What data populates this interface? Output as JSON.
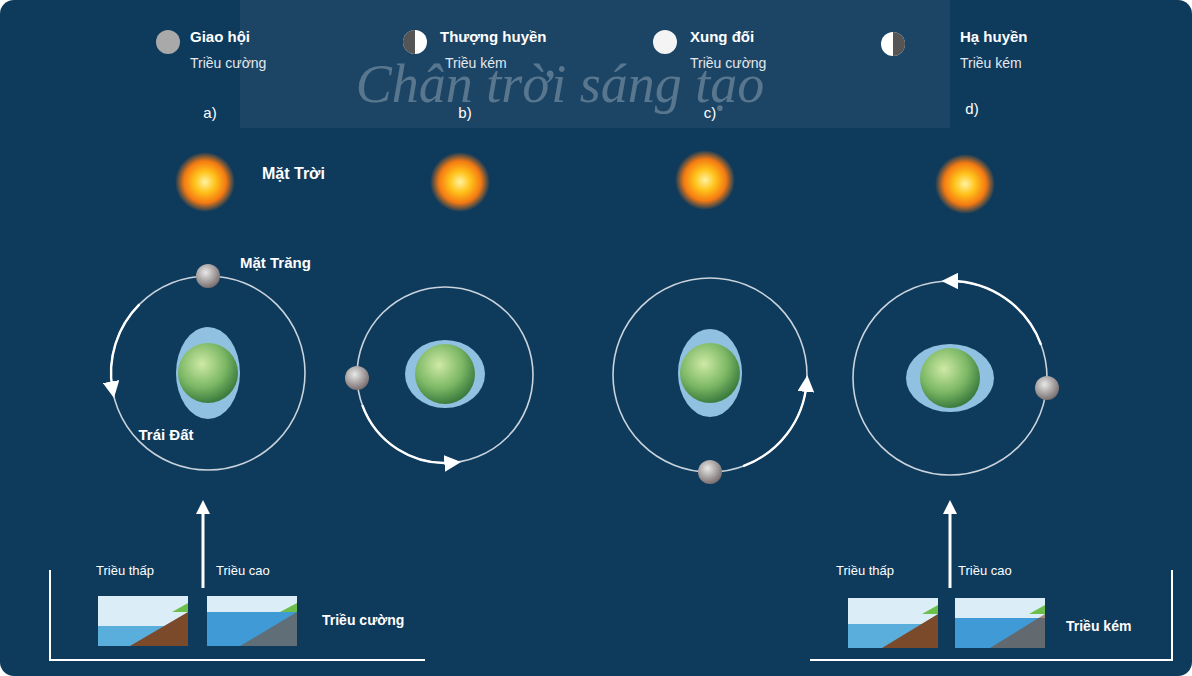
{
  "diagram": {
    "labels": [
      "Giao hội",
      "Triều cường",
      "Thượng huyền",
      "Triều kém",
      "Xung đối",
      "Triều cường",
      "Hạ huyền",
      "Triều kém",
      "a)",
      "b)",
      "c)",
      "d)",
      "Mặt Trời",
      "Mặt Trăng",
      "Trái Đất",
      "Triều thấp",
      "Triều cao",
      "Triều cường",
      "Triều thấp",
      "Triều cao",
      "Triều kém",
      "Chân trời sáng tạo"
    ]
  }
}
